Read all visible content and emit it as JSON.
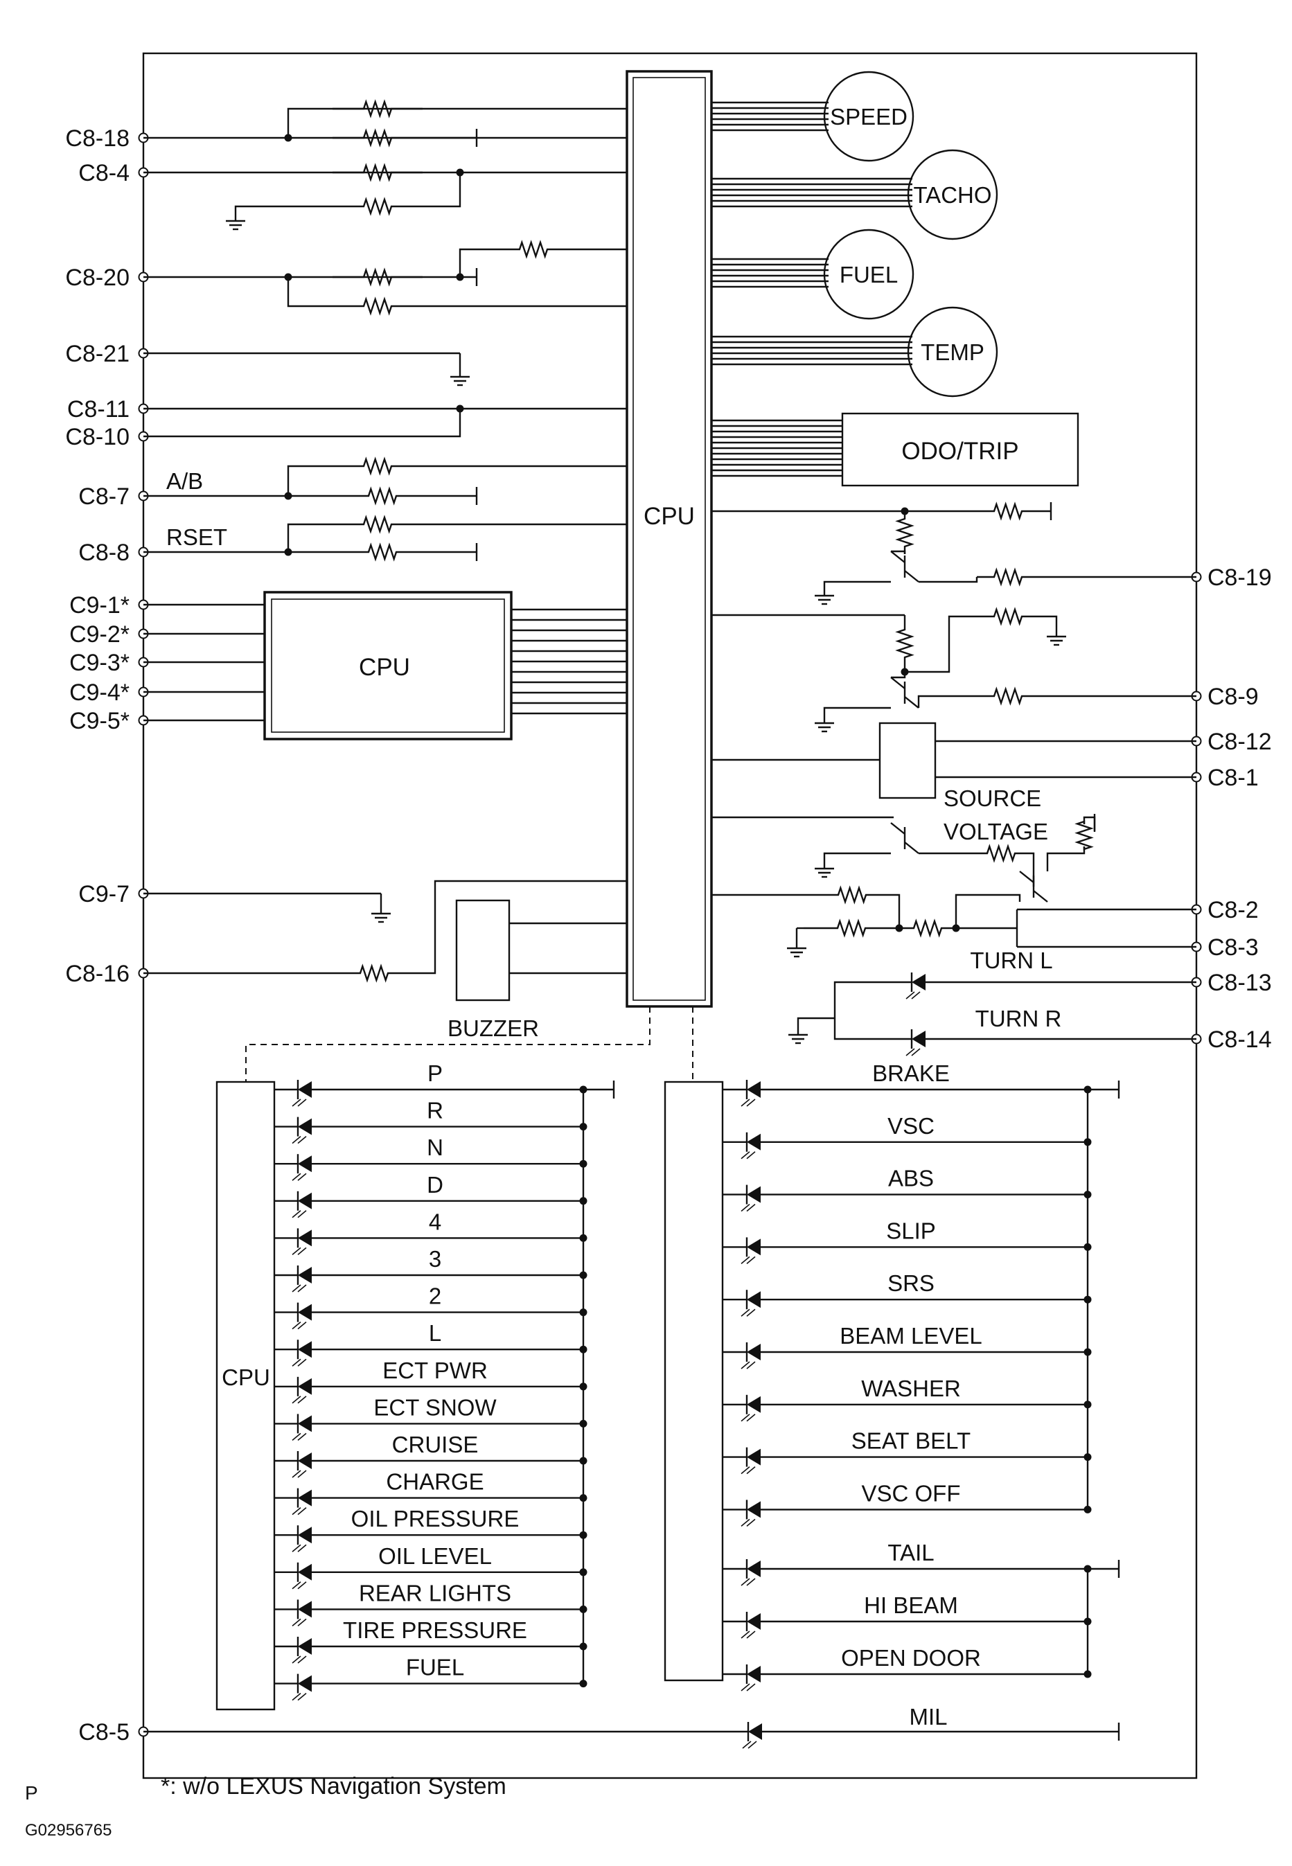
{
  "connectors_left": [
    {
      "id": "c8-18",
      "label": "C8-18"
    },
    {
      "id": "c8-4",
      "label": "C8-4"
    },
    {
      "id": "c8-20",
      "label": "C8-20"
    },
    {
      "id": "c8-21",
      "label": "C8-21"
    },
    {
      "id": "c8-11",
      "label": "C8-11"
    },
    {
      "id": "c8-10",
      "label": "C8-10"
    },
    {
      "id": "c8-7",
      "label": "C8-7"
    },
    {
      "id": "c8-8",
      "label": "C8-8"
    },
    {
      "id": "c9-1",
      "label": "C9-1*"
    },
    {
      "id": "c9-2",
      "label": "C9-2*"
    },
    {
      "id": "c9-3",
      "label": "C9-3*"
    },
    {
      "id": "c9-4",
      "label": "C9-4*"
    },
    {
      "id": "c9-5",
      "label": "C9-5*"
    },
    {
      "id": "c9-7",
      "label": "C9-7"
    },
    {
      "id": "c8-16",
      "label": "C8-16"
    },
    {
      "id": "c8-5",
      "label": "C8-5"
    }
  ],
  "connectors_right": [
    {
      "id": "c8-19",
      "label": "C8-19"
    },
    {
      "id": "c8-9",
      "label": "C8-9"
    },
    {
      "id": "c8-12",
      "label": "C8-12"
    },
    {
      "id": "c8-1",
      "label": "C8-1"
    },
    {
      "id": "c8-2",
      "label": "C8-2"
    },
    {
      "id": "c8-3",
      "label": "C8-3"
    },
    {
      "id": "c8-13",
      "label": "C8-13"
    },
    {
      "id": "c8-14",
      "label": "C8-14"
    }
  ],
  "gauges": [
    {
      "id": "speed",
      "label": "SPEED"
    },
    {
      "id": "tacho",
      "label": "TACHO"
    },
    {
      "id": "fuel",
      "label": "FUEL"
    },
    {
      "id": "temp",
      "label": "TEMP"
    }
  ],
  "blocks": {
    "main_cpu": "CPU",
    "sub_cpu": "CPU",
    "bottom_cpu": "CPU",
    "odo": "ODO/TRIP",
    "buzzer": "BUZZER",
    "source_voltage_1": "SOURCE",
    "source_voltage_2": "VOLTAGE"
  },
  "signal_labels": {
    "ab": "A/B",
    "rset": "RSET",
    "turn_l": "TURN L",
    "turn_r": "TURN R"
  },
  "indicators_left": [
    "P",
    "R",
    "N",
    "D",
    "4",
    "3",
    "2",
    "L",
    "ECT PWR",
    "ECT SNOW",
    "CRUISE",
    "CHARGE",
    "OIL PRESSURE",
    "OIL LEVEL",
    "REAR LIGHTS",
    "TIRE PRESSURE",
    "FUEL"
  ],
  "indicators_right_group1": [
    "BRAKE",
    "VSC",
    "ABS",
    "SLIP",
    "SRS",
    "BEAM LEVEL",
    "WASHER",
    "SEAT BELT",
    "VSC OFF"
  ],
  "indicators_right_group2": [
    "TAIL",
    "HI BEAM",
    "OPEN DOOR"
  ],
  "mil": "MIL",
  "footnote": "*: w/o LEXUS Navigation System",
  "corner_code": "P",
  "figure_code": "G02956765"
}
